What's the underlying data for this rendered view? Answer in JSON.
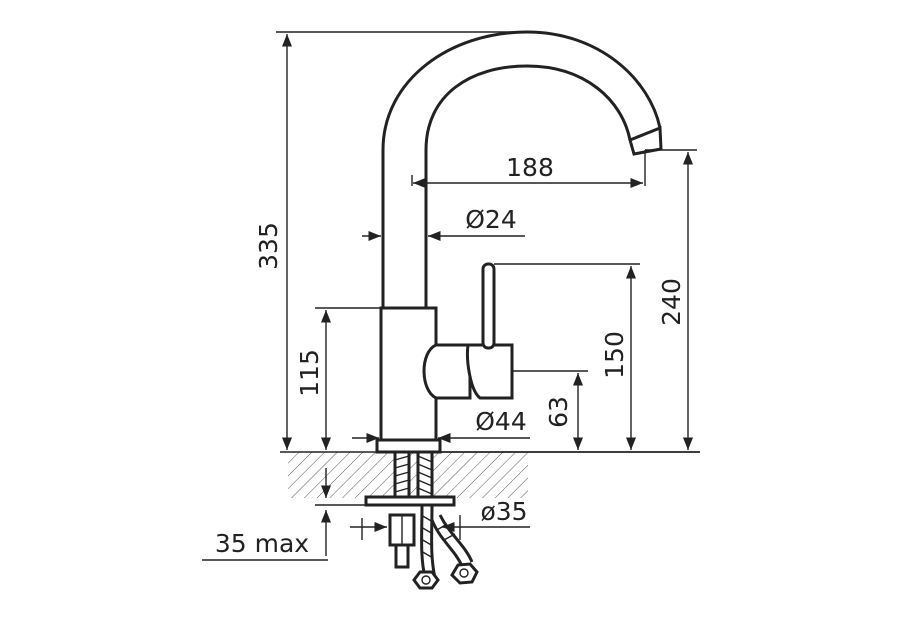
{
  "dimensions": {
    "total_height": "335",
    "spout_reach": "188",
    "spout_diameter": "Ø24",
    "spout_outlet_height": "240",
    "handle_height": "150",
    "body_height": "115",
    "handle_axis_height": "63",
    "body_diameter": "Ø44",
    "mounting_hole": "ø35",
    "counter_thickness": "35 max"
  }
}
